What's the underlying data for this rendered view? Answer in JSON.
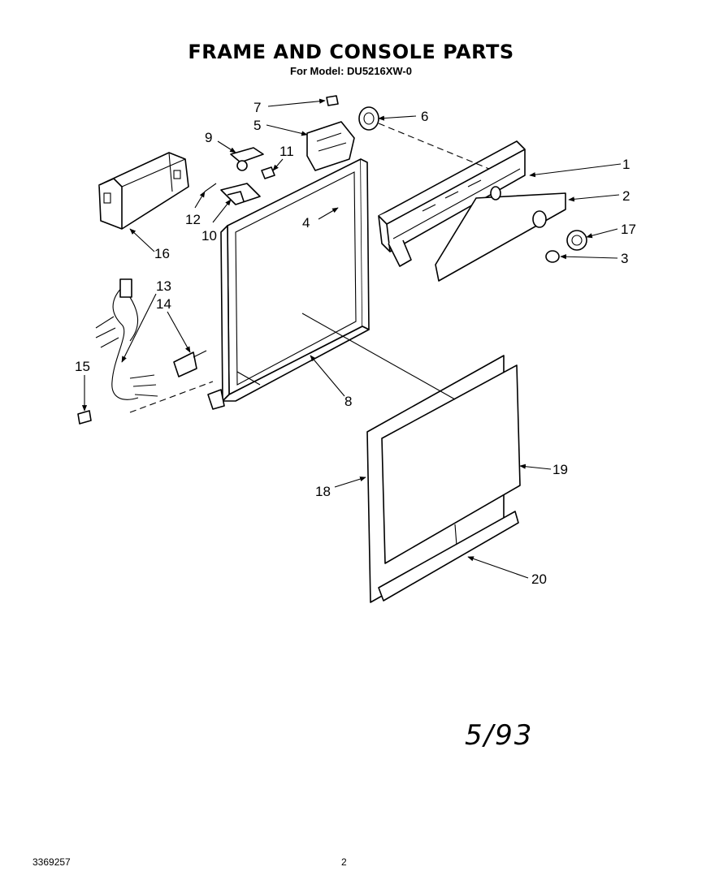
{
  "title": "FRAME AND CONSOLE PARTS",
  "subtitle": "For Model: DU5216XW-0",
  "doc_number": "3369257",
  "page_number": "2",
  "date_note": "5/93",
  "callouts": {
    "c1": "1",
    "c2": "2",
    "c3": "3",
    "c4": "4",
    "c5": "5",
    "c6": "6",
    "c7": "7",
    "c8": "8",
    "c9": "9",
    "c10": "10",
    "c11": "11",
    "c12": "12",
    "c13": "13",
    "c14": "14",
    "c15": "15",
    "c16": "16",
    "c17": "17",
    "c18": "18",
    "c19": "19",
    "c20": "20"
  }
}
